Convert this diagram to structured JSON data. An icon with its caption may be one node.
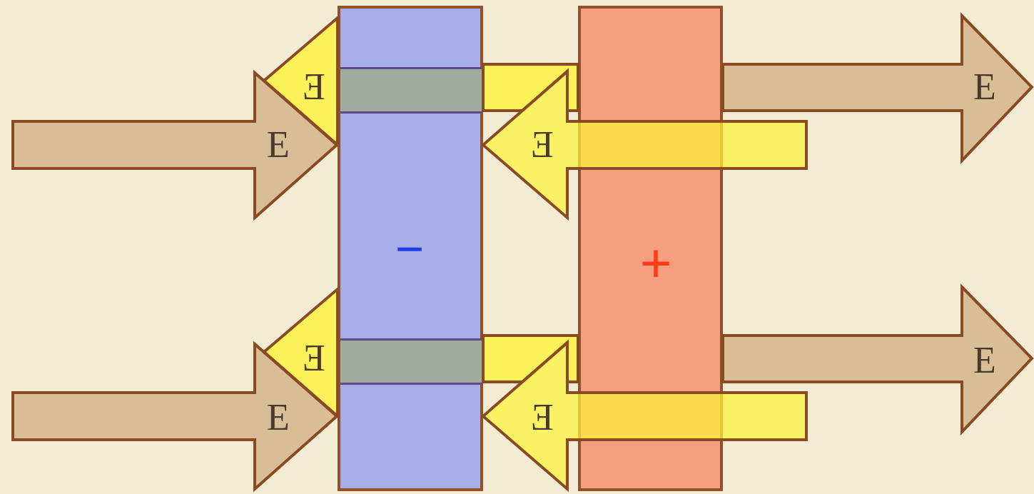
{
  "diagram": {
    "nodes": [
      {
        "text": [
          "−"
        ]
      },
      {
        "text": [],
        "shape": "bar",
        "in": 0
      },
      {
        "text": [],
        "shape": "bar",
        "in": 0
      },
      {
        "text": [
          "+"
        ]
      }
    ],
    "labels": [
      "Ǝ",
      "E",
      "E",
      "Ǝ",
      "Ǝ",
      "E",
      "E",
      "Ǝ"
    ]
  }
}
